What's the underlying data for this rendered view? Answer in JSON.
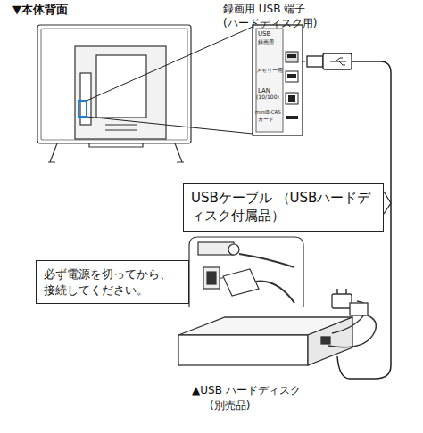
{
  "diagram": {
    "nodes": [
      {
        "text": [
          "USBケーブル （USBハードディスク付属品）"
        ]
      },
      {
        "text": [
          "必ず電源を切ってから、接続してください。"
        ]
      }
    ],
    "edges": [],
    "labels": [
      "▼本体背面",
      "録画用 USB 端子",
      "(ハードディスク用)",
      "USB",
      "録画用",
      "メモリー用",
      "LAN",
      "(10/100)",
      "miniB-CAS",
      "カード",
      "▲USB ハードディスク",
      "(別売品)"
    ]
  }
}
